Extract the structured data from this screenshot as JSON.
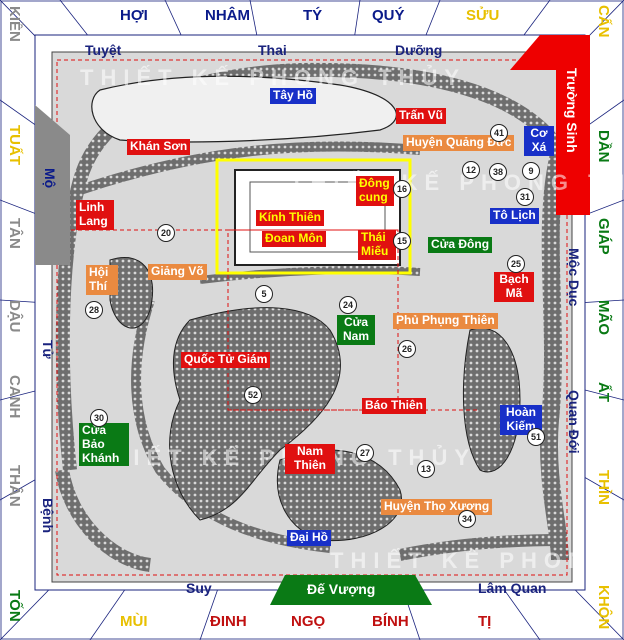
{
  "colors": {
    "north_dirs": "#0a1a8a",
    "south_dirs": "#c01010",
    "yellow_dirs": "#e8c000",
    "green_dirs": "#0a7a15",
    "grey_dirs": "#8a8a8a"
  },
  "directions": {
    "hoi": "HỢI",
    "nham": "NHÂM",
    "ty": "TÝ",
    "quy": "QUÝ",
    "suu": "SỬU",
    "can_ne": "CẤN",
    "kien": "KIỀN",
    "tuat": "TUẤT",
    "tan": "TÂN",
    "dau": "DẬU",
    "canh": "CANH",
    "than": "THÂN",
    "ton": "TỐN",
    "dan": "DẦN",
    "giap": "GIÁP",
    "mao": "MÃO",
    "at": "ẤT",
    "thin": "THÌN",
    "khon": "KHÔN",
    "mui": "MÙI",
    "dinh": "ĐINH",
    "ngo": "NGỌ",
    "binh": "BÍNH",
    "ti": "TỊ"
  },
  "phases": {
    "tuyet": "Tuyệt",
    "thai": "Thai",
    "duong": "Dưỡng",
    "truong_sinh": "Trường Sinh",
    "mo": "Mộ",
    "tu": "Tử",
    "benh": "Bệnh",
    "suy": "Suy",
    "de_vuong": "Đế Vượng",
    "lam_quan": "Lâm Quan",
    "moc_duc": "Mộc Dục",
    "quan_doi": "Quan Đới"
  },
  "places": {
    "tay_ho": "Tây Hồ",
    "tran_vu": "Trấn Vũ",
    "khan_son": "Khán Sơn",
    "huyen_quang_duc": "Huyện Quảng Đức",
    "co_xa": "Cơ Xá",
    "dong_cung": "Đông cung",
    "linh_lang": "Linh Lang",
    "kinh_thien": "Kính Thiên",
    "doan_mon": "Đoan Môn",
    "thai_mieu": "Thái Miếu",
    "to_lich": "Tô Lịch",
    "cua_dong": "Cửa Đông",
    "hoi_thi": "Hội Thí",
    "giang_vo": "Giảng Võ",
    "bach_ma": "Bạch Mã",
    "cua_nam": "Cửa Nam",
    "phu_phung_thien": "Phủ Phụng Thiên",
    "quoc_tu_giam": "Quốc Tử Giám",
    "bao_thien": "Báo Thiên",
    "hoan_kiem": "Hoàn Kiếm",
    "cua_bao_khanh": "Cửa Bảo Khánh",
    "nam_thien": "Nam Thiên",
    "huyen_tho_xuong": "Huyện Thọ Xương",
    "dai_ho": "Đại Hồ"
  },
  "numbers": [
    "41",
    "38",
    "12",
    "9",
    "31",
    "16",
    "15",
    "20",
    "25",
    "26",
    "28",
    "24",
    "52",
    "27",
    "30",
    "34",
    "51",
    "13",
    "5"
  ],
  "watermark": "THIẾT KẾ PHONG THỦY"
}
